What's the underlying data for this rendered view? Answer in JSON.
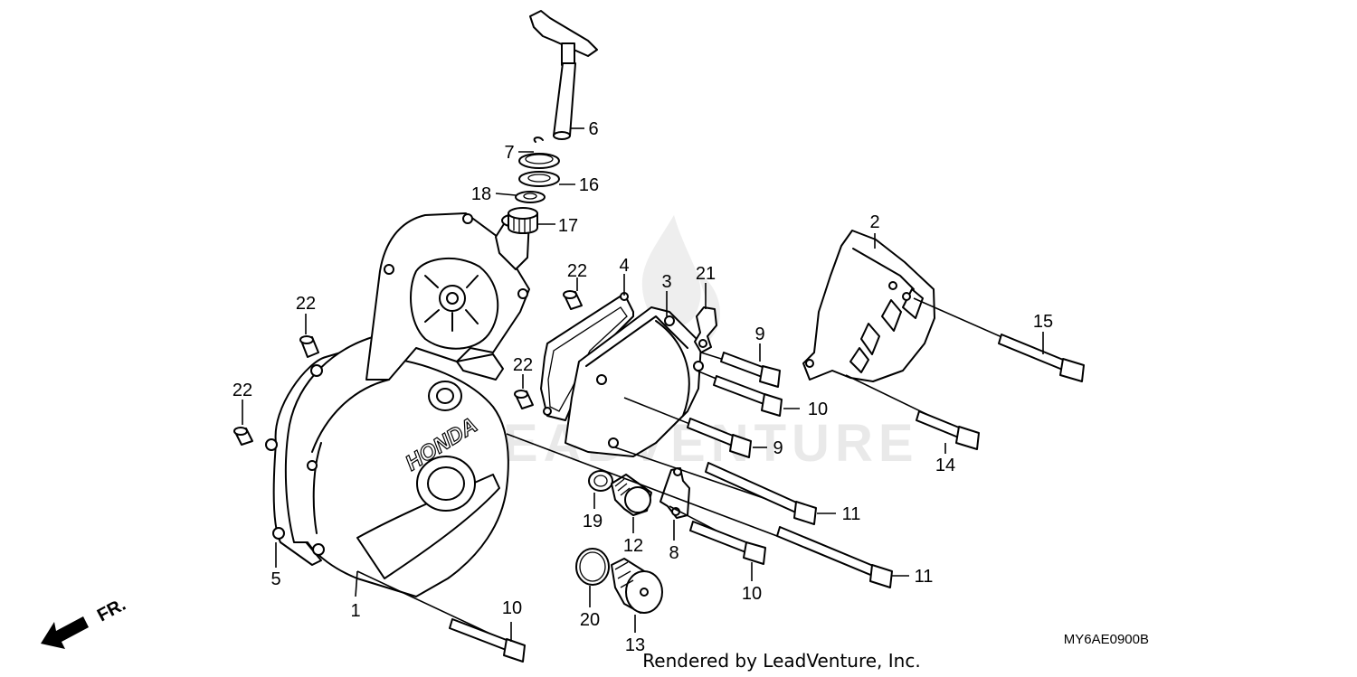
{
  "footer": {
    "rendered_by": "Rendered by LeadVenture, Inc."
  },
  "diagram_code": "MY6AE0900B",
  "watermark": {
    "text": "LEADVENTURE"
  },
  "direction": {
    "text": "FR."
  },
  "cover_logo": "HONDA",
  "callouts": {
    "c1": "1",
    "c2": "2",
    "c3": "3",
    "c4": "4",
    "c5": "5",
    "c6": "6",
    "c7": "7",
    "c8": "8",
    "c9a": "9",
    "c9b": "9",
    "c10a": "10",
    "c10b": "10",
    "c10c": "10",
    "c11a": "11",
    "c11b": "11",
    "c12": "12",
    "c13": "13",
    "c14": "14",
    "c15": "15",
    "c16": "16",
    "c17": "17",
    "c18": "18",
    "c19": "19",
    "c20": "20",
    "c21": "21",
    "c22a": "22",
    "c22b": "22",
    "c22c": "22",
    "c22d": "22"
  },
  "colors": {
    "ink": "#000000",
    "watermark": "#e6e6e6",
    "background": "#ffffff"
  }
}
